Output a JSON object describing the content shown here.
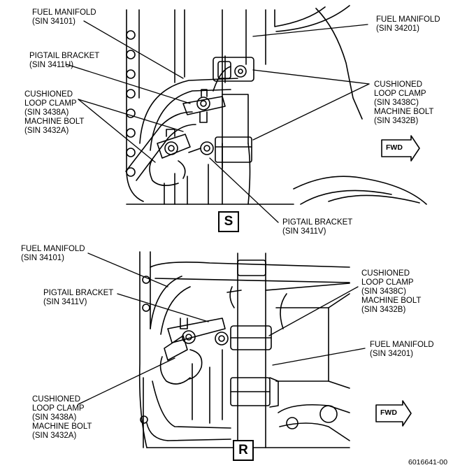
{
  "view_s": {
    "view_label": "S",
    "fwd_label": "FWD",
    "labels": {
      "fuel_manifold_left": [
        "FUEL MANIFOLD",
        "(SIN 34101)"
      ],
      "pigtail_bracket_top": [
        "PIGTAIL BRACKET",
        "(SIN 3411U)"
      ],
      "clamp_left": [
        "CUSHIONED",
        "LOOP CLAMP",
        "(SIN 3438A)",
        "MACHINE BOLT",
        "(SIN 3432A)"
      ],
      "fuel_manifold_right": [
        "FUEL MANIFOLD",
        "(SIN 34201)"
      ],
      "clamp_right": [
        "CUSHIONED",
        "LOOP CLAMP",
        "(SIN 3438C)",
        "MACHINE BOLT",
        "(SIN 3432B)"
      ],
      "pigtail_bracket_bottom": [
        "PIGTAIL BRACKET",
        "(SIN 3411V)"
      ]
    }
  },
  "view_r": {
    "view_label": "R",
    "fwd_label": "FWD",
    "labels": {
      "fuel_manifold_left": [
        "FUEL MANIFOLD",
        "(SIN 34101)"
      ],
      "pigtail_bracket": [
        "PIGTAIL BRACKET",
        "(SIN 3411V)"
      ],
      "clamp_right": [
        "CUSHIONED",
        "LOOP CLAMP",
        "(SIN 3438C)",
        "MACHINE BOLT",
        "(SIN 3432B)"
      ],
      "fuel_manifold_right": [
        "FUEL MANIFOLD",
        "(SIN 34201)"
      ],
      "clamp_left": [
        "CUSHIONED",
        "LOOP CLAMP",
        "(SIN 3438A)",
        "MACHINE BOLT",
        "(SIN 3432A)"
      ]
    }
  },
  "figure_number": "6016641-00"
}
